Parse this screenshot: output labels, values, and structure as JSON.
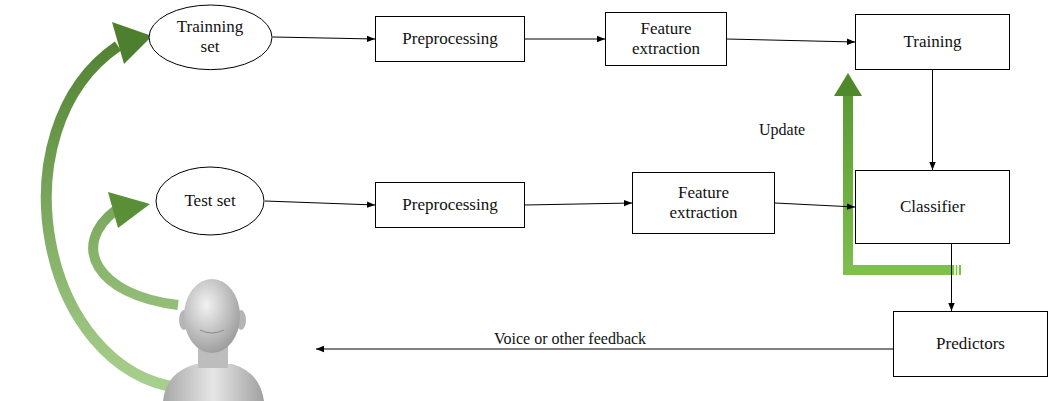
{
  "diagram": {
    "nodes": [
      {
        "text": [
          "Trainning set"
        ]
      },
      {
        "text": [
          "Preprocessing"
        ]
      },
      {
        "text": [
          "Feature extraction"
        ]
      },
      {
        "text": [
          "Training"
        ]
      },
      {
        "text": [
          "Test set"
        ]
      },
      {
        "text": [
          "Preprocessing"
        ]
      },
      {
        "text": [
          "Feature extraction"
        ]
      },
      {
        "text": [
          "Classifier"
        ]
      },
      {
        "text": [
          "Predictors"
        ]
      }
    ],
    "edges": [
      {
        "from": 0,
        "to": 1,
        "arrow": "to"
      },
      {
        "from": 1,
        "to": 2,
        "arrow": "to"
      },
      {
        "from": 2,
        "to": 3,
        "arrow": "to"
      },
      {
        "from": 4,
        "to": 5,
        "arrow": "to"
      },
      {
        "from": 5,
        "to": 6,
        "arrow": "to"
      },
      {
        "from": 6,
        "to": 7,
        "arrow": "to"
      },
      {
        "from": 3,
        "to": 7,
        "arrow": "to"
      },
      {
        "from": 7,
        "to": 8,
        "arrow": "to"
      }
    ],
    "labels": [
      "Update",
      "Voice or other feedback"
    ]
  }
}
